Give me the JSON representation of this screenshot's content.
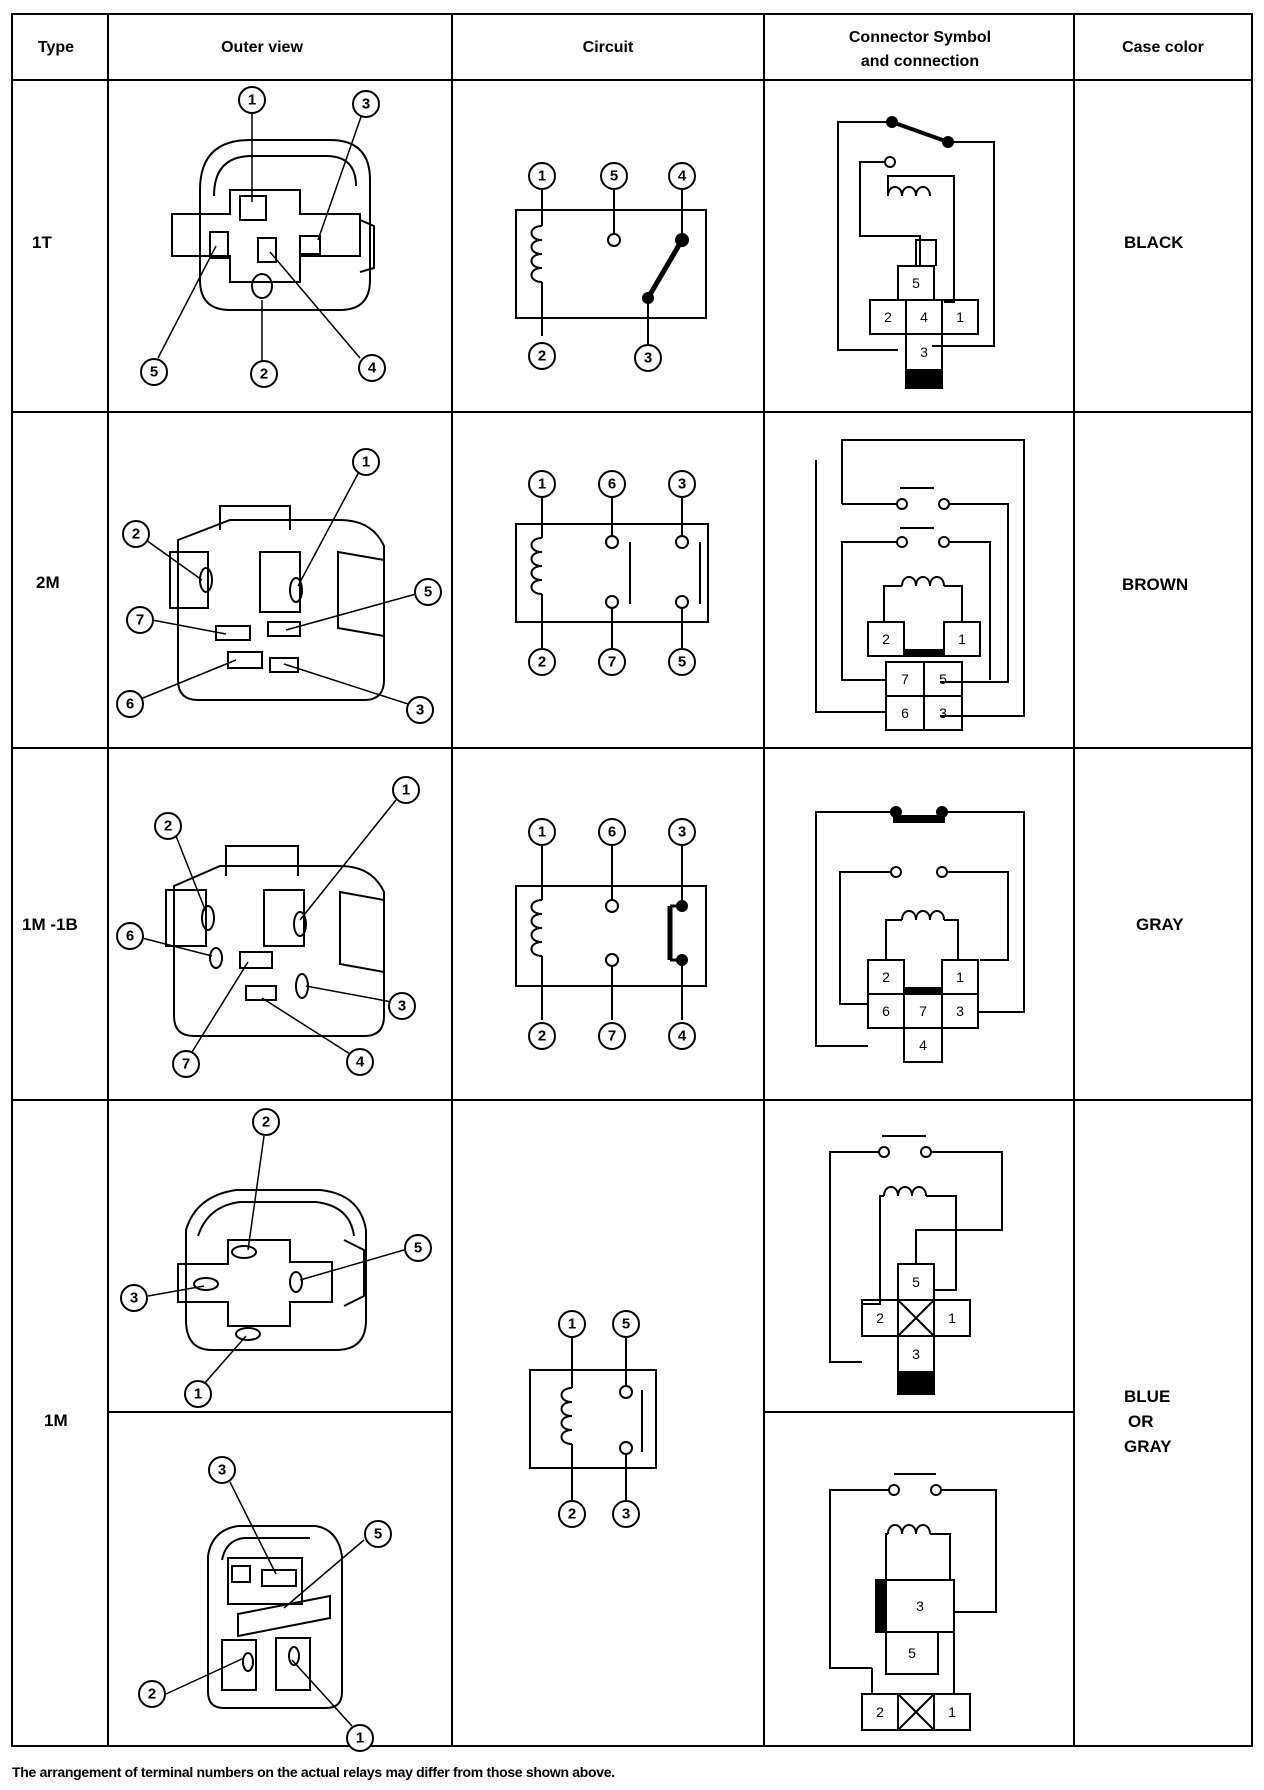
{
  "headers": {
    "type": "Type",
    "outer_view": "Outer view",
    "circuit": "Circuit",
    "connector_line1": "Connector Symbol",
    "connector_line2": "and connection",
    "case_color": "Case color"
  },
  "rows": [
    {
      "type": "1T",
      "case_color": [
        "BLACK"
      ]
    },
    {
      "type": "2M",
      "case_color": [
        "BROWN"
      ]
    },
    {
      "type": "1M -1B",
      "case_color": [
        "GRAY"
      ]
    },
    {
      "type": "1M",
      "case_color": [
        "BLUE",
        "OR",
        "GRAY"
      ]
    }
  ],
  "terminals": {
    "row1_outer": [
      "1",
      "3",
      "5",
      "2",
      "4"
    ],
    "row1_circuit": [
      "1",
      "5",
      "4",
      "2",
      "3"
    ],
    "row1_conn": [
      "5",
      "2",
      "4",
      "1",
      "3"
    ],
    "row2_outer": [
      "1",
      "2",
      "5",
      "7",
      "6",
      "3"
    ],
    "row2_circuit": [
      "1",
      "6",
      "3",
      "2",
      "7",
      "5"
    ],
    "row2_conn": [
      "2",
      "1",
      "7",
      "5",
      "6",
      "3"
    ],
    "row3_outer": [
      "1",
      "2",
      "6",
      "3",
      "7",
      "4"
    ],
    "row3_circuit": [
      "1",
      "6",
      "3",
      "2",
      "7",
      "4"
    ],
    "row3_conn": [
      "2",
      "1",
      "6",
      "7",
      "3",
      "4"
    ],
    "row4a_outer": [
      "2",
      "5",
      "3",
      "1"
    ],
    "row4b_outer": [
      "3",
      "5",
      "2",
      "1"
    ],
    "row4_circuit": [
      "1",
      "5",
      "2",
      "3"
    ],
    "row4a_conn": [
      "5",
      "2",
      "1",
      "3"
    ],
    "row4b_conn": [
      "3",
      "5",
      "2",
      "1"
    ]
  },
  "footnote": "The arrangement of terminal numbers on the actual relays may differ from those shown above."
}
